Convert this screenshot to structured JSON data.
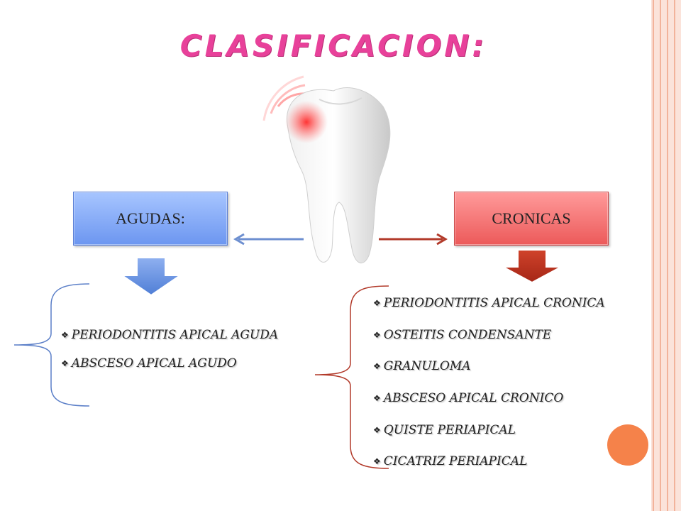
{
  "slide": {
    "title": "CLASIFICACION:",
    "left_box": {
      "label": "AGUDAS:",
      "color": "#7aa2f4"
    },
    "right_box": {
      "label": "CRONICAS",
      "color": "#f16c6c"
    },
    "left_list": [
      "PERIODONTITIS APICAL AGUDA",
      "ABSCESO APICAL AGUDO"
    ],
    "right_list": [
      "PERIODONTITIS APICAL CRONICA",
      "OSTEITIS CONDENSANTE",
      "GRANULOMA",
      "ABSCESO APICAL CRONICO",
      "QUISTE PERIAPICAL",
      "CICATRIZ PERIAPICAL"
    ],
    "bullet_glyph": "❖",
    "tooth_icon": "tooth-pain-icon",
    "accent_title": "#e8419a",
    "accent_deco": "#f5824a"
  }
}
